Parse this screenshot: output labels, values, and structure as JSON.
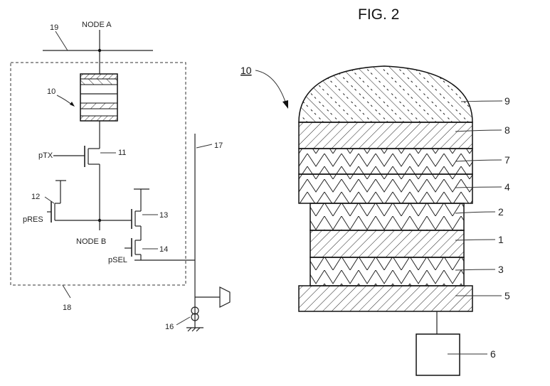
{
  "figure_title": "FIG. 2",
  "device_ref": "10",
  "circuit": {
    "node_a": "NODE A",
    "node_b": "NODE B",
    "ptx": "pTX",
    "pres": "pRES",
    "psel": "pSEL",
    "ref_10": "10",
    "ref_11": "11",
    "ref_12": "12",
    "ref_13": "13",
    "ref_14": "14",
    "ref_16": "16",
    "ref_17": "17",
    "ref_18": "18",
    "ref_19": "19"
  },
  "layers": [
    {
      "name": "layer-9",
      "label": "9"
    },
    {
      "name": "layer-8",
      "label": "8"
    },
    {
      "name": "layer-7",
      "label": "7"
    },
    {
      "name": "layer-4",
      "label": "4"
    },
    {
      "name": "layer-2",
      "label": "2"
    },
    {
      "name": "layer-1",
      "label": "1"
    },
    {
      "name": "layer-3",
      "label": "3"
    },
    {
      "name": "layer-5",
      "label": "5"
    }
  ],
  "block_6_label": "6"
}
